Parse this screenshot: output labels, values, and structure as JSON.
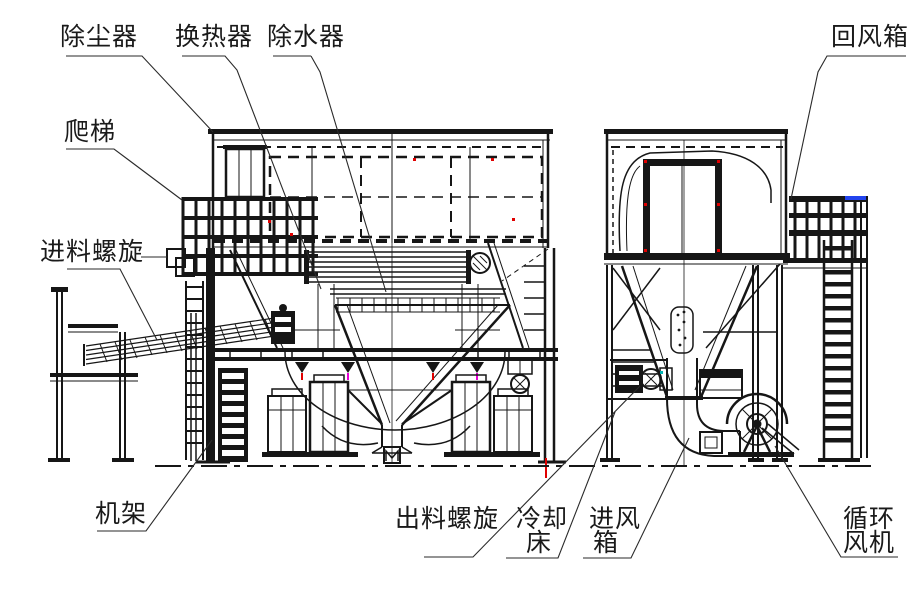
{
  "labels": {
    "dust_collector": "除尘器",
    "heat_exchanger": "换热器",
    "water_remover": "除水器",
    "return_air_box": "回风箱",
    "ladder": "爬梯",
    "feed_screw": "进料螺旋",
    "frame": "机架",
    "discharge_screw": "出料螺旋",
    "cooling_bed_line1": "冷却",
    "cooling_bed_line2": "床",
    "air_inlet_box_line1": "进风",
    "air_inlet_box_line2": "箱",
    "circulation_fan_line1": "循环",
    "circulation_fan_line2": "风机"
  },
  "colors": {
    "line": "#161616",
    "background": "#ffffff",
    "artifact_red": "#e00000",
    "artifact_magenta": "#e800d8",
    "artifact_blue": "#2244ee",
    "artifact_cyan": "#00b3b3"
  }
}
